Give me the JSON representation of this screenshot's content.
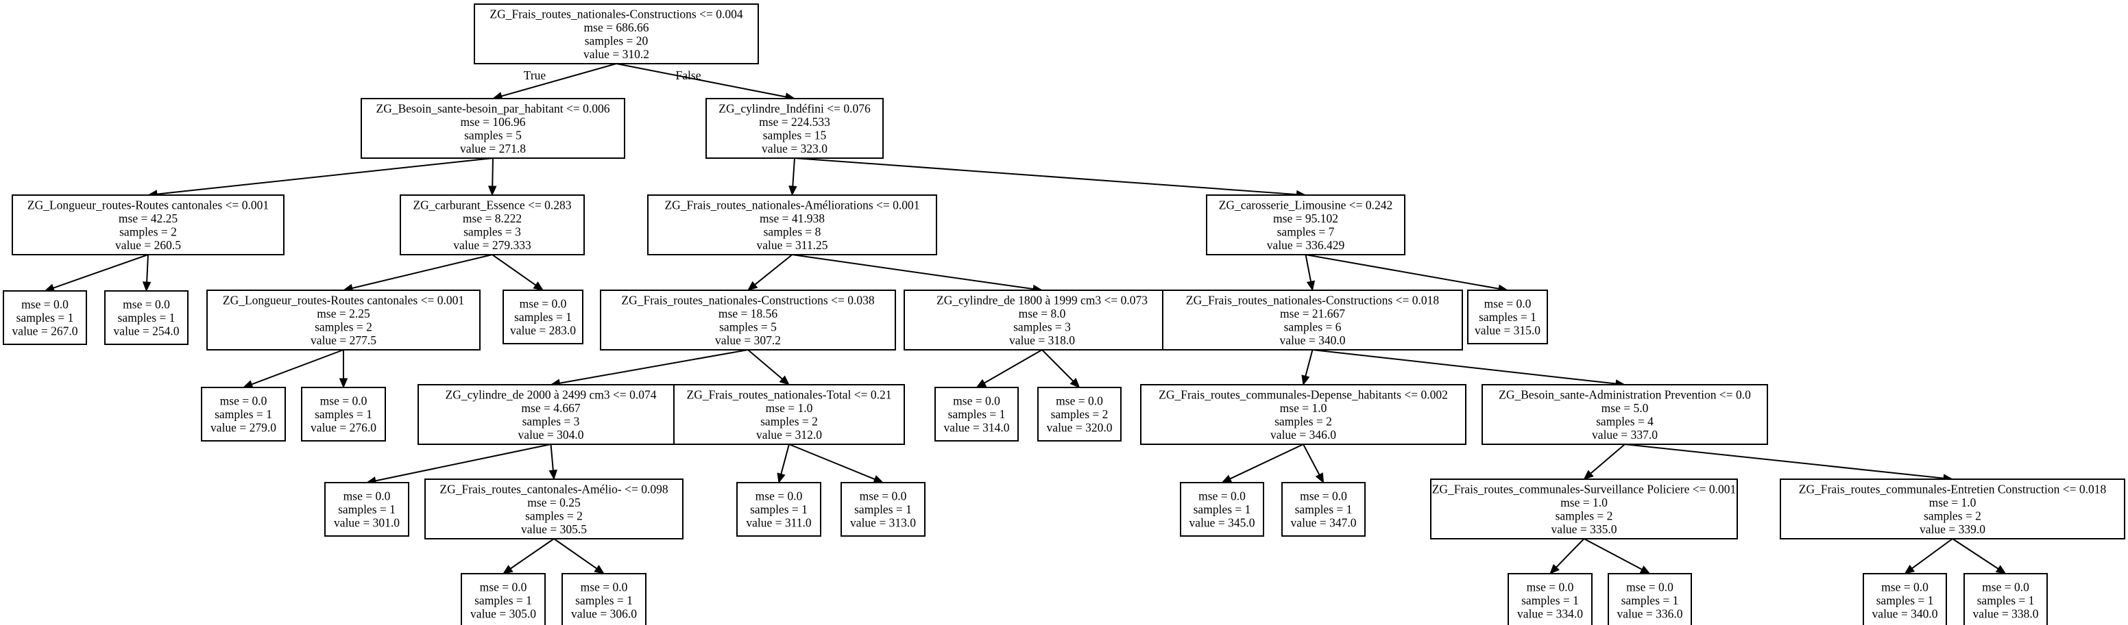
{
  "nodes": [
    {
      "id": "n0",
      "lines": [
        "ZG_Frais_routes_nationales-Constructions <= 0.004",
        "mse = 686.66",
        "samples = 20",
        "value = 310.2"
      ]
    },
    {
      "id": "n1",
      "lines": [
        "ZG_Besoin_sante-besoin_par_habitant <= 0.006",
        "mse = 106.96",
        "samples = 5",
        "value = 271.8"
      ]
    },
    {
      "id": "n2",
      "lines": [
        "ZG_cylindre_Indéfini <= 0.076",
        "mse = 224.533",
        "samples = 15",
        "value = 323.0"
      ]
    },
    {
      "id": "n3",
      "lines": [
        "ZG_Longueur_routes-Routes cantonales <= 0.001",
        "mse = 42.25",
        "samples = 2",
        "value = 260.5"
      ]
    },
    {
      "id": "n4",
      "lines": [
        "ZG_carburant_Essence <= 0.283",
        "mse = 8.222",
        "samples = 3",
        "value = 279.333"
      ]
    },
    {
      "id": "n5",
      "lines": [
        "ZG_Frais_routes_nationales-Améliorations <= 0.001",
        "mse = 41.938",
        "samples = 8",
        "value = 311.25"
      ]
    },
    {
      "id": "n6",
      "lines": [
        "ZG_carosserie_Limousine <= 0.242",
        "mse = 95.102",
        "samples = 7",
        "value = 336.429"
      ]
    },
    {
      "id": "n7",
      "lines": [
        "mse = 0.0",
        "samples = 1",
        "value = 267.0"
      ]
    },
    {
      "id": "n8",
      "lines": [
        "mse = 0.0",
        "samples = 1",
        "value = 254.0"
      ]
    },
    {
      "id": "n9",
      "lines": [
        "ZG_Longueur_routes-Routes cantonales <= 0.001",
        "mse = 2.25",
        "samples = 2",
        "value = 277.5"
      ]
    },
    {
      "id": "n10",
      "lines": [
        "mse = 0.0",
        "samples = 1",
        "value = 283.0"
      ]
    },
    {
      "id": "n11",
      "lines": [
        "ZG_Frais_routes_nationales-Constructions <= 0.038",
        "mse = 18.56",
        "samples = 5",
        "value = 307.2"
      ]
    },
    {
      "id": "n12",
      "lines": [
        "ZG_cylindre_de 1800 à 1999 cm3 <= 0.073",
        "mse = 8.0",
        "samples = 3",
        "value = 318.0"
      ]
    },
    {
      "id": "n13",
      "lines": [
        "ZG_Frais_routes_nationales-Constructions <= 0.018",
        "mse = 21.667",
        "samples = 6",
        "value = 340.0"
      ]
    },
    {
      "id": "n14",
      "lines": [
        "mse = 0.0",
        "samples = 1",
        "value = 315.0"
      ]
    },
    {
      "id": "n15",
      "lines": [
        "mse = 0.0",
        "samples = 1",
        "value = 279.0"
      ]
    },
    {
      "id": "n16",
      "lines": [
        "mse = 0.0",
        "samples = 1",
        "value = 276.0"
      ]
    },
    {
      "id": "n17",
      "lines": [
        "ZG_cylindre_de 2000 à 2499 cm3 <= 0.074",
        "mse = 4.667",
        "samples = 3",
        "value = 304.0"
      ]
    },
    {
      "id": "n18",
      "lines": [
        "ZG_Frais_routes_nationales-Total <= 0.21",
        "mse = 1.0",
        "samples = 2",
        "value = 312.0"
      ]
    },
    {
      "id": "n19",
      "lines": [
        "mse = 0.0",
        "samples = 1",
        "value = 314.0"
      ]
    },
    {
      "id": "n20",
      "lines": [
        "mse = 0.0",
        "samples = 2",
        "value = 320.0"
      ]
    },
    {
      "id": "n21",
      "lines": [
        "ZG_Frais_routes_communales-Depense_habitants <= 0.002",
        "mse = 1.0",
        "samples = 2",
        "value = 346.0"
      ]
    },
    {
      "id": "n22",
      "lines": [
        "ZG_Besoin_sante-Administration Prevention <= 0.0",
        "mse = 5.0",
        "samples = 4",
        "value = 337.0"
      ]
    },
    {
      "id": "n23",
      "lines": [
        "mse = 0.0",
        "samples = 1",
        "value = 301.0"
      ]
    },
    {
      "id": "n24",
      "lines": [
        "ZG_Frais_routes_cantonales-Amélio- <= 0.098",
        "mse = 0.25",
        "samples = 2",
        "value = 305.5"
      ]
    },
    {
      "id": "n25",
      "lines": [
        "mse = 0.0",
        "samples = 1",
        "value = 311.0"
      ]
    },
    {
      "id": "n26",
      "lines": [
        "mse = 0.0",
        "samples = 1",
        "value = 313.0"
      ]
    },
    {
      "id": "n27",
      "lines": [
        "mse = 0.0",
        "samples = 1",
        "value = 345.0"
      ]
    },
    {
      "id": "n28",
      "lines": [
        "mse = 0.0",
        "samples = 1",
        "value = 347.0"
      ]
    },
    {
      "id": "n29",
      "lines": [
        "ZG_Frais_routes_communales-Surveillance Policiere <= 0.001",
        "mse = 1.0",
        "samples = 2",
        "value = 335.0"
      ]
    },
    {
      "id": "n30",
      "lines": [
        "ZG_Frais_routes_communales-Entretien Construction <= 0.018",
        "mse = 1.0",
        "samples = 2",
        "value = 339.0"
      ]
    },
    {
      "id": "n31",
      "lines": [
        "mse = 0.0",
        "samples = 1",
        "value = 305.0"
      ]
    },
    {
      "id": "n32",
      "lines": [
        "mse = 0.0",
        "samples = 1",
        "value = 306.0"
      ]
    },
    {
      "id": "n33",
      "lines": [
        "mse = 0.0",
        "samples = 1",
        "value = 334.0"
      ]
    },
    {
      "id": "n34",
      "lines": [
        "mse = 0.0",
        "samples = 1",
        "value = 336.0"
      ]
    },
    {
      "id": "n35",
      "lines": [
        "mse = 0.0",
        "samples = 1",
        "value = 340.0"
      ]
    },
    {
      "id": "n36",
      "lines": [
        "mse = 0.0",
        "samples = 1",
        "value = 338.0"
      ]
    }
  ],
  "edges": [
    {
      "from": "n0",
      "to": "n1",
      "label": "True"
    },
    {
      "from": "n0",
      "to": "n2",
      "label": "False"
    },
    {
      "from": "n1",
      "to": "n3"
    },
    {
      "from": "n1",
      "to": "n4"
    },
    {
      "from": "n2",
      "to": "n5"
    },
    {
      "from": "n2",
      "to": "n6"
    },
    {
      "from": "n3",
      "to": "n7"
    },
    {
      "from": "n3",
      "to": "n8"
    },
    {
      "from": "n4",
      "to": "n9"
    },
    {
      "from": "n4",
      "to": "n10"
    },
    {
      "from": "n5",
      "to": "n11"
    },
    {
      "from": "n5",
      "to": "n12"
    },
    {
      "from": "n6",
      "to": "n13"
    },
    {
      "from": "n6",
      "to": "n14"
    },
    {
      "from": "n9",
      "to": "n15"
    },
    {
      "from": "n9",
      "to": "n16"
    },
    {
      "from": "n11",
      "to": "n17"
    },
    {
      "from": "n11",
      "to": "n18"
    },
    {
      "from": "n12",
      "to": "n19"
    },
    {
      "from": "n12",
      "to": "n20"
    },
    {
      "from": "n13",
      "to": "n21"
    },
    {
      "from": "n13",
      "to": "n22"
    },
    {
      "from": "n17",
      "to": "n23"
    },
    {
      "from": "n17",
      "to": "n24"
    },
    {
      "from": "n18",
      "to": "n25"
    },
    {
      "from": "n18",
      "to": "n26"
    },
    {
      "from": "n21",
      "to": "n27"
    },
    {
      "from": "n21",
      "to": "n28"
    },
    {
      "from": "n22",
      "to": "n29"
    },
    {
      "from": "n22",
      "to": "n30"
    },
    {
      "from": "n24",
      "to": "n31"
    },
    {
      "from": "n24",
      "to": "n32"
    },
    {
      "from": "n29",
      "to": "n33"
    },
    {
      "from": "n29",
      "to": "n34"
    },
    {
      "from": "n30",
      "to": "n35"
    },
    {
      "from": "n30",
      "to": "n36"
    }
  ]
}
